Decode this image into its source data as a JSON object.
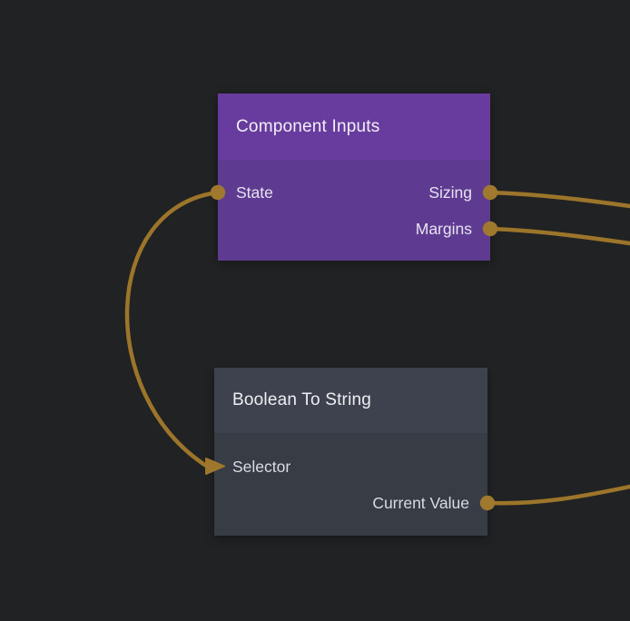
{
  "canvas": {
    "background_color": "#212223",
    "wire_color": "#9c752b",
    "port_dot_color": "#a0782e"
  },
  "nodes": [
    {
      "title": "Component Inputs",
      "header_color": "#683c9e",
      "body_color": "#5e3b91",
      "title_color": "#f2eff7",
      "port_label_color": "#e8e3f0",
      "ports": {
        "left": [
          "State"
        ],
        "right": [
          "Sizing",
          "Margins"
        ]
      }
    },
    {
      "title": "Boolean To String",
      "header_color": "#3d424e",
      "body_color": "#373c45",
      "title_color": "#edeff3",
      "port_label_color": "#d9dce3",
      "ports": {
        "left": [
          "Selector"
        ],
        "right": [
          "Current Value"
        ]
      }
    }
  ],
  "connections": [
    {
      "from": "Component Inputs.State",
      "to": "Boolean To String.Selector",
      "style": "curve-with-arrowhead"
    },
    {
      "from": "Component Inputs.Sizing",
      "to": "off-screen-right"
    },
    {
      "from": "Component Inputs.Margins",
      "to": "off-screen-right"
    },
    {
      "from": "Boolean To String.Current Value",
      "to": "off-screen-right"
    }
  ]
}
